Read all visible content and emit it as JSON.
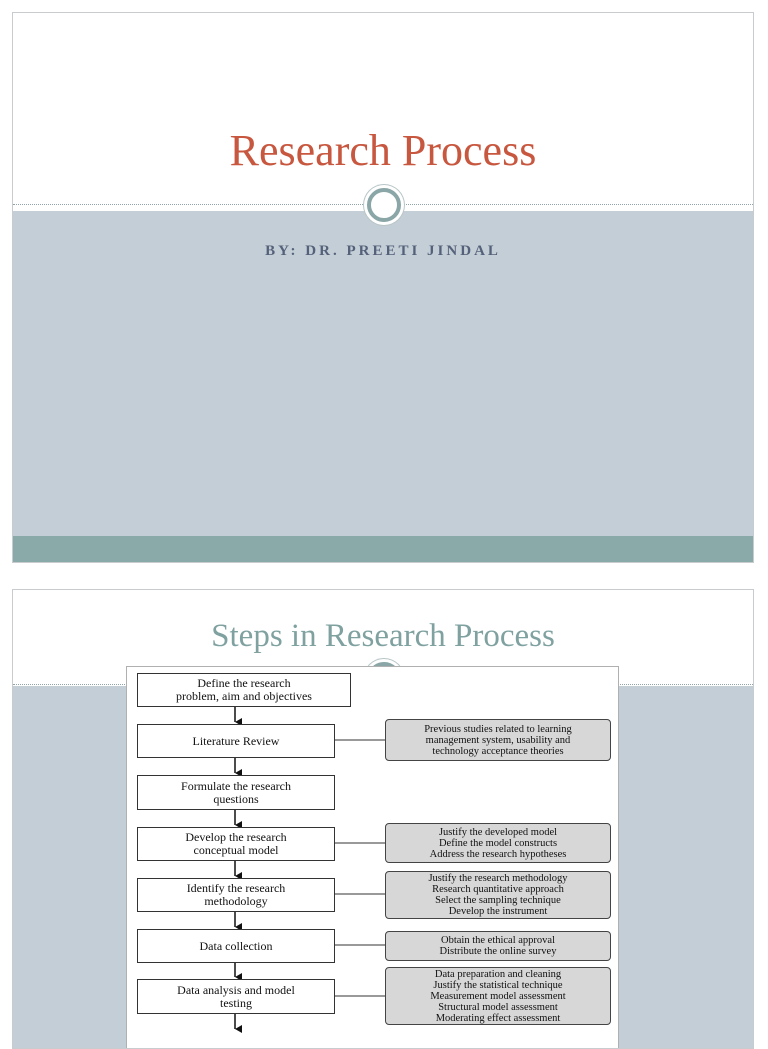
{
  "slide1": {
    "title": "Research Process",
    "byline": "BY: DR. PREETI JINDAL"
  },
  "slide2": {
    "title": "Steps in Research Process",
    "steps": [
      "Define the research\nproblem, aim and objectives",
      "Literature Review",
      "Formulate the research\nquestions",
      "Develop the research\nconceptual model",
      "Identify the research\nmethodology",
      "Data collection",
      "Data analysis and model\ntesting"
    ],
    "notes": [
      "Previous studies related to learning\nmanagement system, usability and\ntechnology acceptance theories",
      "Justify the developed model\nDefine the model constructs\nAddress the research hypotheses",
      "Justify the research methodology\nResearch quantitative approach\nSelect the sampling technique\nDevelop the instrument",
      "Obtain the ethical approval\nDistribute the online survey",
      "Data preparation and cleaning\nJustify the statistical technique\nMeasurement model assessment\nStructural model assessment\nModerating effect assessment"
    ]
  }
}
